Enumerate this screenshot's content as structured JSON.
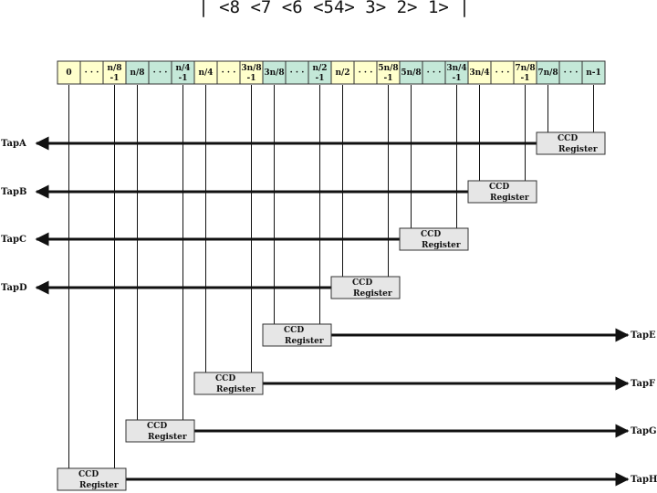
{
  "title": "| <8 <7 <6 <54> 3> 2> 1> |",
  "cells": [
    {
      "l1": "0",
      "l2": "",
      "color": "#ffffcc"
    },
    {
      "l1": "· · ·",
      "l2": "",
      "color": "#ffffcc"
    },
    {
      "l1": "n/8",
      "l2": "-1",
      "color": "#ffffcc"
    },
    {
      "l1": "n/8",
      "l2": "",
      "color": "#c4e8d8"
    },
    {
      "l1": "· · ·",
      "l2": "",
      "color": "#c4e8d8"
    },
    {
      "l1": "n/4",
      "l2": "-1",
      "color": "#c4e8d8"
    },
    {
      "l1": "n/4",
      "l2": "",
      "color": "#ffffcc"
    },
    {
      "l1": "· · ·",
      "l2": "",
      "color": "#ffffcc"
    },
    {
      "l1": "3n/8",
      "l2": "-1",
      "color": "#ffffcc"
    },
    {
      "l1": "3n/8",
      "l2": "",
      "color": "#c4e8d8"
    },
    {
      "l1": "· · ·",
      "l2": "",
      "color": "#c4e8d8"
    },
    {
      "l1": "n/2",
      "l2": "-1",
      "color": "#c4e8d8"
    },
    {
      "l1": "n/2",
      "l2": "",
      "color": "#ffffcc"
    },
    {
      "l1": "· · ·",
      "l2": "",
      "color": "#ffffcc"
    },
    {
      "l1": "5n/8",
      "l2": "-1",
      "color": "#ffffcc"
    },
    {
      "l1": "5n/8",
      "l2": "",
      "color": "#c4e8d8"
    },
    {
      "l1": "· · ·",
      "l2": "",
      "color": "#c4e8d8"
    },
    {
      "l1": "3n/4",
      "l2": "-1",
      "color": "#c4e8d8"
    },
    {
      "l1": "3n/4",
      "l2": "",
      "color": "#ffffcc"
    },
    {
      "l1": "· · ·",
      "l2": "",
      "color": "#ffffcc"
    },
    {
      "l1": "7n/8",
      "l2": "-1",
      "color": "#ffffcc"
    },
    {
      "l1": "7n/8",
      "l2": "",
      "color": "#c4e8d8"
    },
    {
      "l1": "· · ·",
      "l2": "",
      "color": "#c4e8d8"
    },
    {
      "l1": "n-1",
      "l2": "",
      "color": "#c4e8d8"
    }
  ],
  "register": {
    "line1": "CCD",
    "line2": "Register",
    "fill": "#e6e6e6"
  },
  "taps": [
    "TapA",
    "TapB",
    "TapC",
    "TapD",
    "TapE",
    "TapF",
    "TapG",
    "TapH"
  ]
}
